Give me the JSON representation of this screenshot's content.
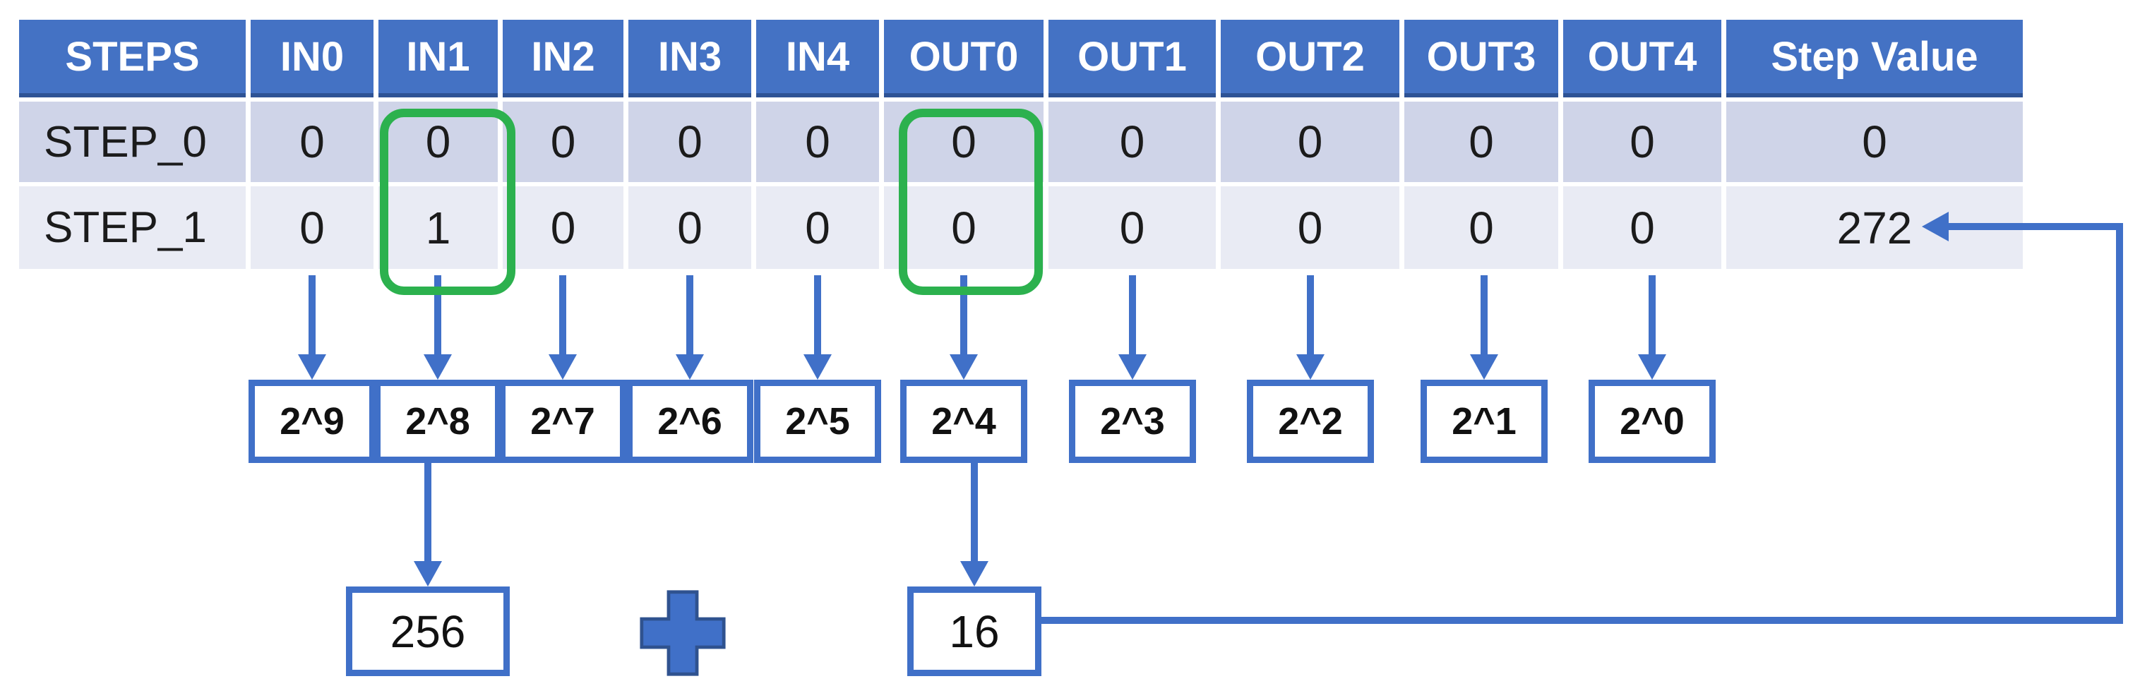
{
  "table": {
    "columns": [
      "STEPS",
      "IN0",
      "IN1",
      "IN2",
      "IN3",
      "IN4",
      "OUT0",
      "OUT1",
      "OUT2",
      "OUT3",
      "OUT4",
      "Step Value"
    ],
    "rows": [
      {
        "label": "STEP_0",
        "values": [
          "0",
          "0",
          "0",
          "0",
          "0",
          "0",
          "0",
          "0",
          "0",
          "0",
          "0"
        ]
      },
      {
        "label": "STEP_1",
        "values": [
          "0",
          "1",
          "0",
          "0",
          "0",
          "0",
          "0",
          "0",
          "0",
          "0",
          "272"
        ]
      }
    ]
  },
  "highlighted_columns": [
    "IN1",
    "OUT0"
  ],
  "weights": [
    "2^9",
    "2^8",
    "2^7",
    "2^6",
    "2^5",
    "2^4",
    "2^3",
    "2^2",
    "2^1",
    "2^0"
  ],
  "sum": {
    "term1": "256",
    "operator": "+",
    "term2": "16",
    "result": "272"
  },
  "colors": {
    "header_bg": "#4472c4",
    "header_border": "#2e5395",
    "row_even_bg": "#cfd4e8",
    "row_odd_bg": "#e9ebf4",
    "shape_blue": "#4070c8",
    "plus_outline": "#2f528f",
    "highlight_green": "#2cb14e",
    "header_text": "#ffffff",
    "cell_text": "#1b1b1b"
  }
}
